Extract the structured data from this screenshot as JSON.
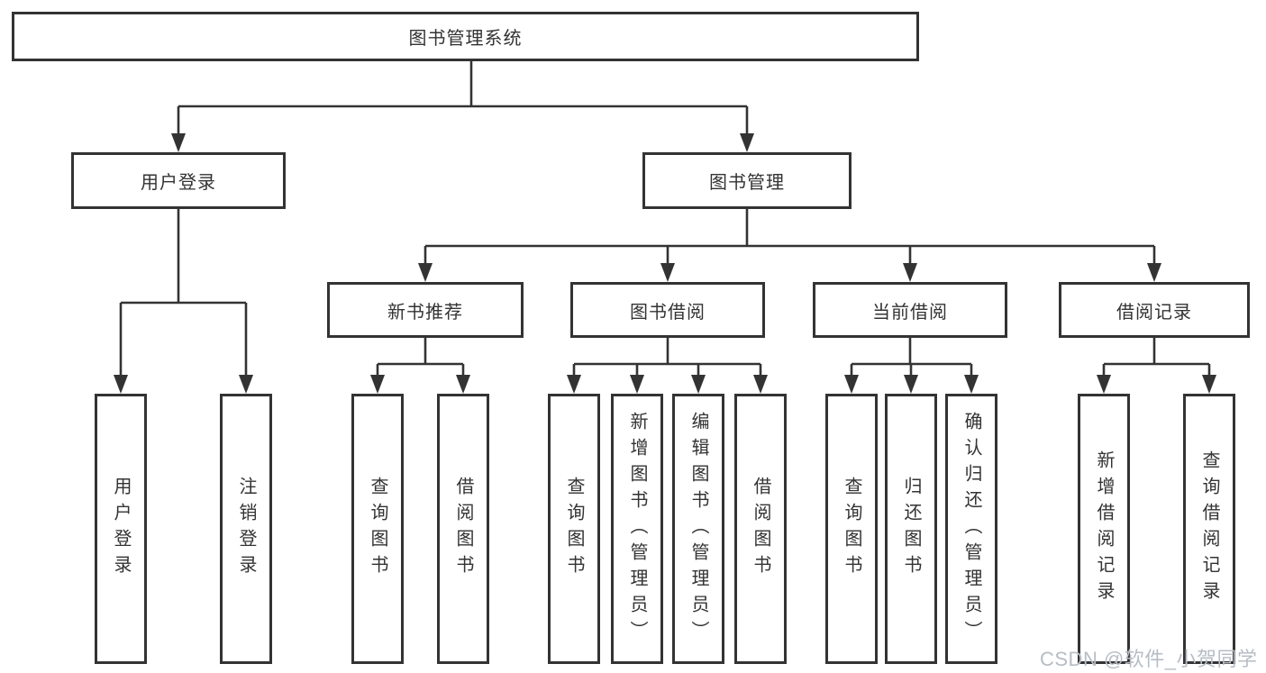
{
  "root_label": "图书管理系统",
  "level2": {
    "user_login": "用户登录",
    "book_management": "图书管理"
  },
  "level3": {
    "new_book_recommend": "新书推荐",
    "book_borrow": "图书借阅",
    "current_borrow": "当前借阅",
    "borrow_records": "借阅记录"
  },
  "leaves": {
    "user_login": [
      "用户登录",
      "注销登录"
    ],
    "new_book_recommend": [
      "查询图书",
      "借阅图书"
    ],
    "book_borrow": [
      "查询图书",
      "新增图书（管理员）",
      "编辑图书（管理员）",
      "借阅图书"
    ],
    "current_borrow": [
      "查询图书",
      "归还图书",
      "确认归还（管理员）"
    ],
    "borrow_records": [
      "新增借阅记录",
      "查询借阅记录"
    ]
  },
  "watermark": "CSDN @软件_小贺同学",
  "colors": {
    "line": "#333333",
    "text": "#333333",
    "box_background": "#ffffff",
    "watermark": "#b7bdc5"
  }
}
